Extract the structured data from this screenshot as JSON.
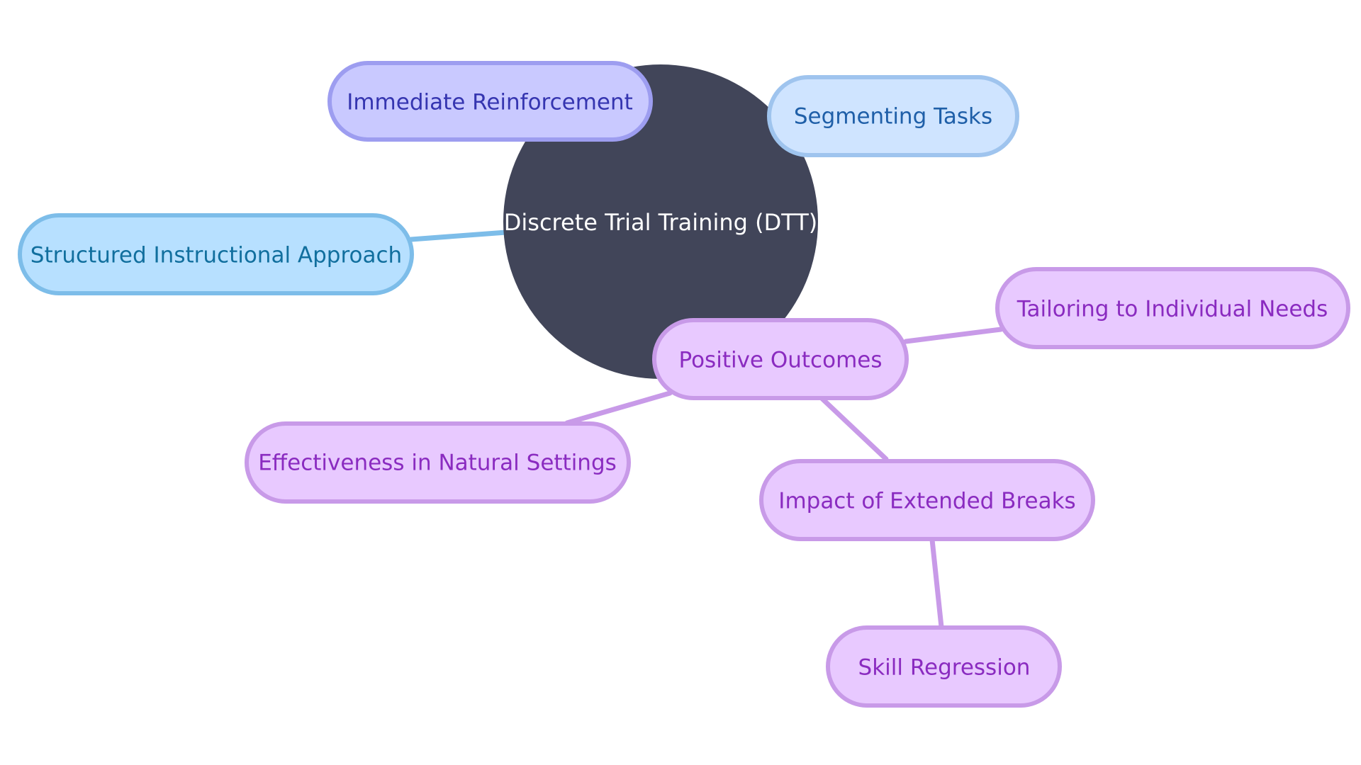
{
  "diagram": {
    "type": "mindmap",
    "root": {
      "id": "root",
      "label": "Discrete Trial Training (DTT)",
      "fill": "#414559",
      "text_color": "#ffffff"
    },
    "nodes": [
      {
        "id": "immediate-reinforcement",
        "label": "Immediate Reinforcement",
        "parent": "root",
        "fill": "#c9c9ff",
        "stroke": "#9d9df0",
        "text_color": "#3535b0"
      },
      {
        "id": "segmenting-tasks",
        "label": "Segmenting Tasks",
        "parent": "root",
        "fill": "#cfe4ff",
        "stroke": "#9fc4ee",
        "text_color": "#1f5fa8"
      },
      {
        "id": "structured-instructional-approach",
        "label": "Structured Instructional Approach",
        "parent": "root",
        "fill": "#b7e0ff",
        "stroke": "#7dbde9",
        "text_color": "#116f9e"
      },
      {
        "id": "positive-outcomes",
        "label": "Positive Outcomes",
        "parent": "root",
        "fill": "#e8c9ff",
        "stroke": "#c89ae8",
        "text_color": "#8a2bc0"
      },
      {
        "id": "tailoring-to-individual-needs",
        "label": "Tailoring to Individual Needs",
        "parent": "positive-outcomes",
        "fill": "#e8c9ff",
        "stroke": "#c89ae8",
        "text_color": "#8a2bc0"
      },
      {
        "id": "effectiveness-in-natural-settings",
        "label": "Effectiveness in Natural Settings",
        "parent": "positive-outcomes",
        "fill": "#e8c9ff",
        "stroke": "#c89ae8",
        "text_color": "#8a2bc0"
      },
      {
        "id": "impact-of-extended-breaks",
        "label": "Impact of Extended Breaks",
        "parent": "positive-outcomes",
        "fill": "#e8c9ff",
        "stroke": "#c89ae8",
        "text_color": "#8a2bc0"
      },
      {
        "id": "skill-regression",
        "label": "Skill Regression",
        "parent": "impact-of-extended-breaks",
        "fill": "#e8c9ff",
        "stroke": "#c89ae8",
        "text_color": "#8a2bc0"
      }
    ],
    "edge_colors": {
      "structured-instructional-approach": "#7dbde9",
      "positive-outcomes": "#c89ae8",
      "tailoring-to-individual-needs": "#c89ae8",
      "effectiveness-in-natural-settings": "#c89ae8",
      "impact-of-extended-breaks": "#c89ae8",
      "skill-regression": "#c89ae8"
    }
  }
}
